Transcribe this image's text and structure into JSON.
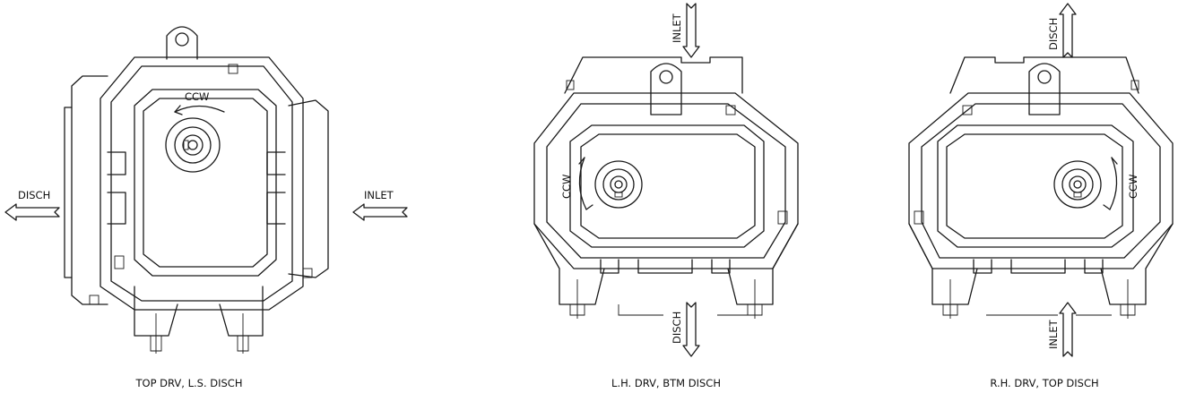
{
  "views": [
    {
      "caption": "TOP DRV, L.S. DISCH",
      "rotation_label": "CCW",
      "discharge_label": "DISCH",
      "inlet_label": "INLET"
    },
    {
      "caption": "L.H. DRV, BTM DISCH",
      "rotation_label": "CCW",
      "inlet_label": "INLET",
      "discharge_label": "DISCH"
    },
    {
      "caption": "R.H. DRV, TOP DISCH",
      "rotation_label": "CCW",
      "discharge_label": "DISCH",
      "inlet_label": "INLET"
    }
  ]
}
